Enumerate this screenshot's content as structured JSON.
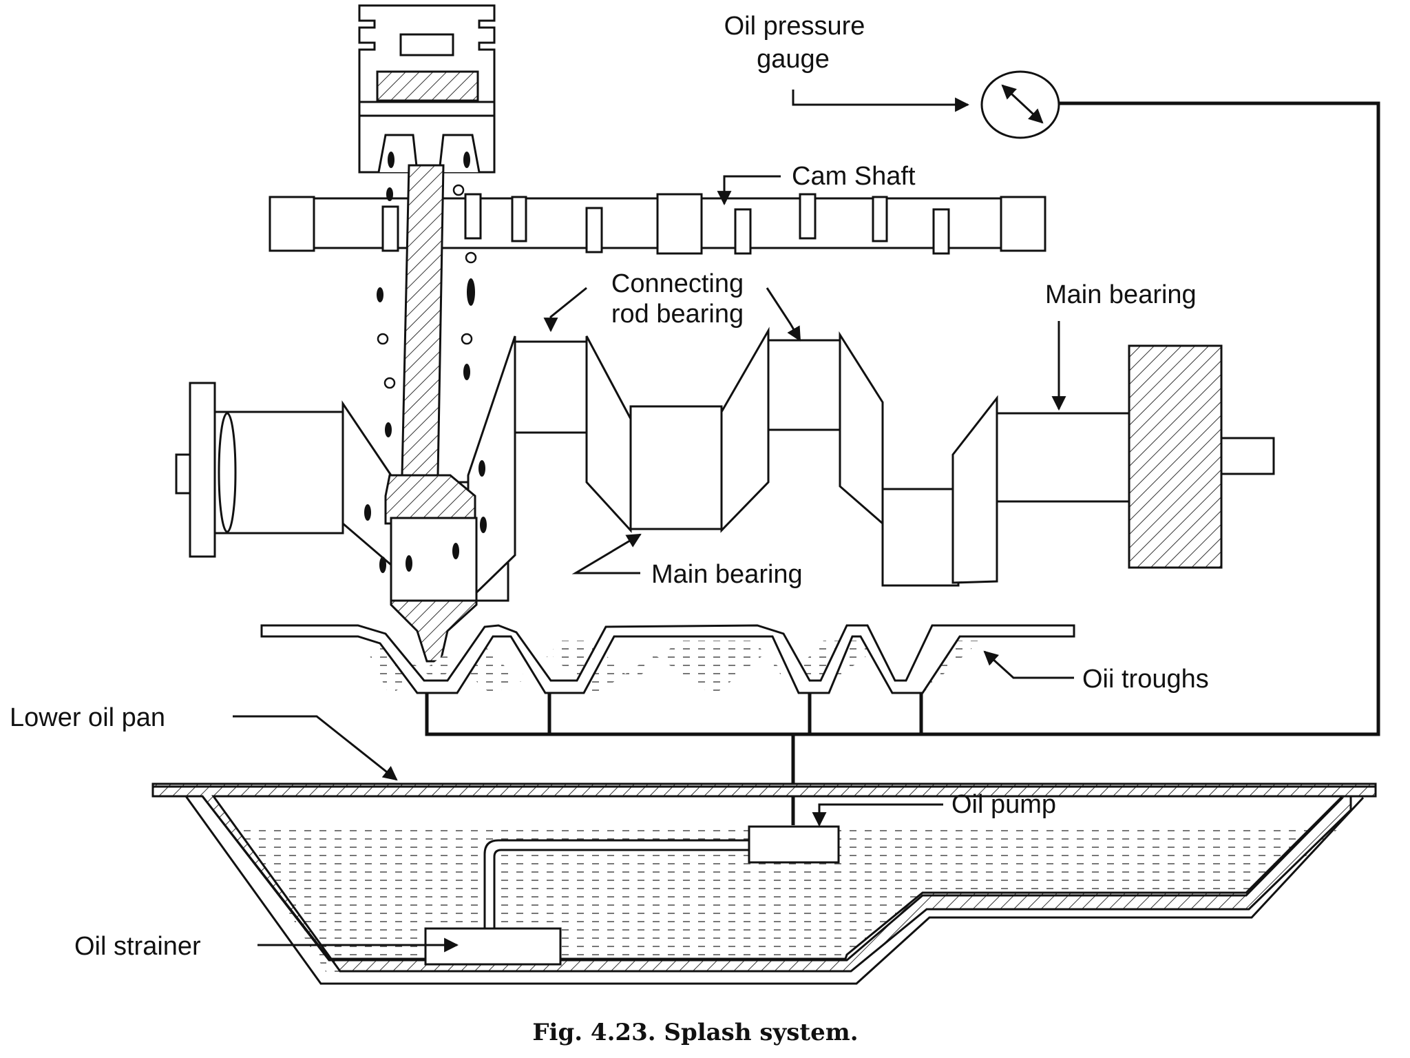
{
  "labels": {
    "oil_pressure_gauge_line1": "Oil pressure",
    "oil_pressure_gauge_line2": "gauge",
    "cam_shaft": "Cam Shaft",
    "connecting_rod_bearing_line1": "Connecting",
    "connecting_rod_bearing_line2": "rod bearing",
    "main_bearing_top": "Main bearing",
    "main_bearing_bottom": "Main bearing",
    "oil_troughs": "Oii troughs",
    "lower_oil_pan": "Lower oil pan",
    "oil_pump": "Oil pump",
    "oil_strainer": "Oil strainer"
  },
  "caption": "Fig. 4.23. Splash system."
}
